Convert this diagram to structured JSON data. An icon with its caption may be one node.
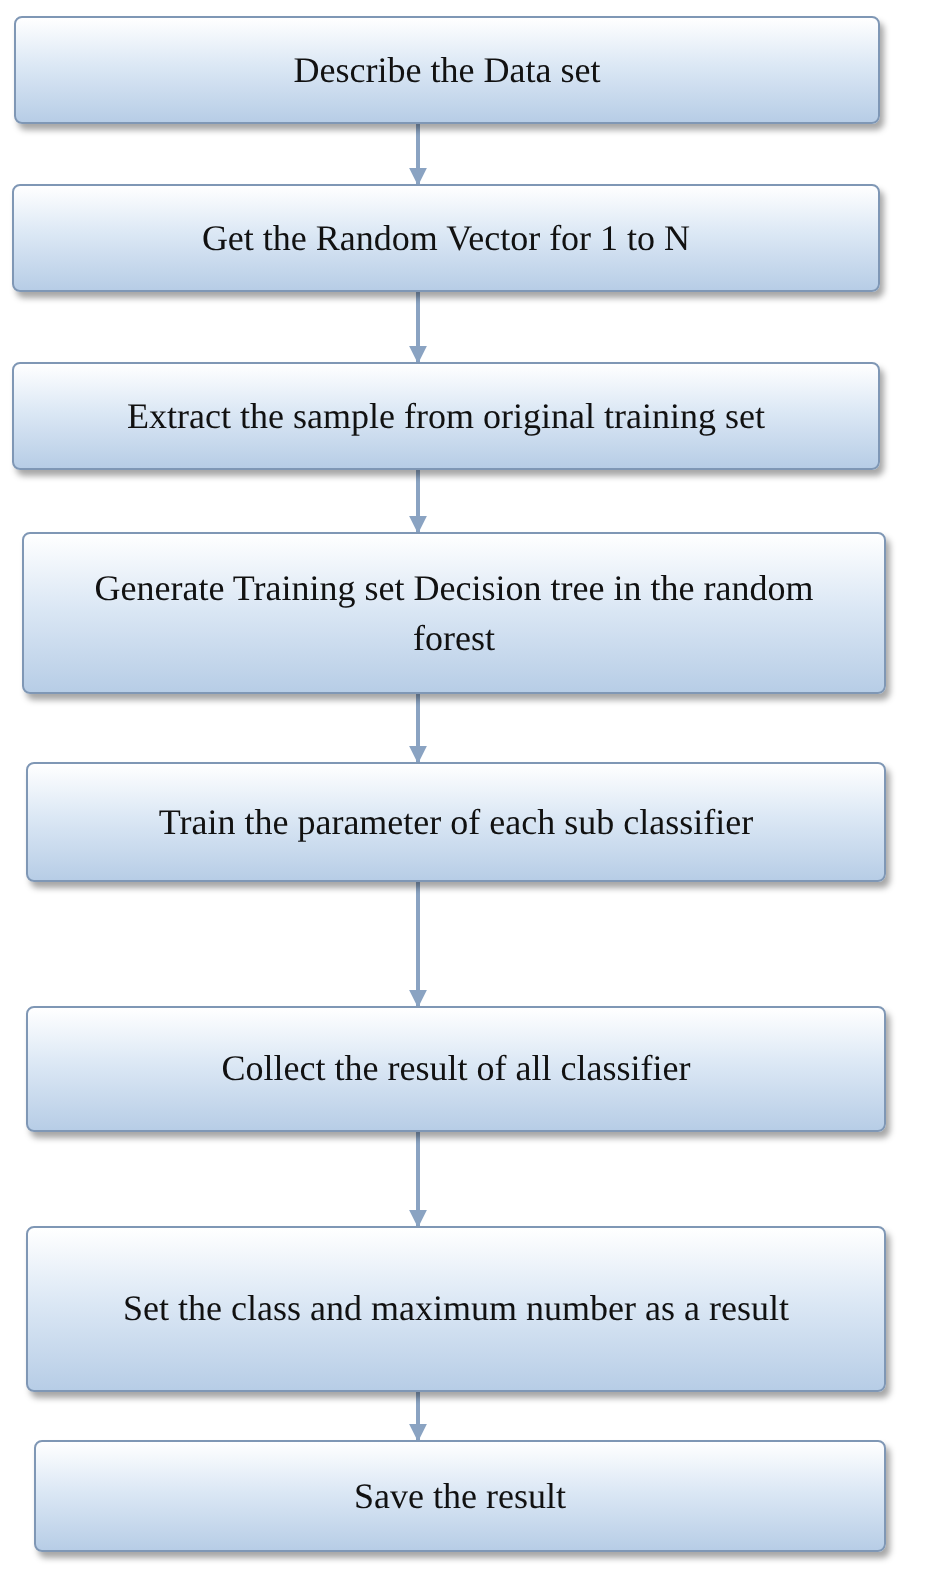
{
  "diagram": {
    "nodes": [
      {
        "text": [
          "Describe the Data set"
        ]
      },
      {
        "text": [
          "Get the Random Vector for 1 to N"
        ]
      },
      {
        "text": [
          "Extract the sample from original training set"
        ]
      },
      {
        "text": [
          "Generate Training set Decision tree in the random forest"
        ]
      },
      {
        "text": [
          "Train the parameter of each sub classifier"
        ]
      },
      {
        "text": [
          "Collect the result of all classifier"
        ]
      },
      {
        "text": [
          "Set the class and maximum number as a result"
        ]
      },
      {
        "text": [
          "Save the result"
        ]
      }
    ],
    "edges": [
      {
        "from": 0,
        "to": 1,
        "arrow": "to"
      },
      {
        "from": 1,
        "to": 2,
        "arrow": "to"
      },
      {
        "from": 2,
        "to": 3,
        "arrow": "to"
      },
      {
        "from": 3,
        "to": 4,
        "arrow": "to"
      },
      {
        "from": 4,
        "to": 5,
        "arrow": "to"
      },
      {
        "from": 5,
        "to": 6,
        "arrow": "to"
      },
      {
        "from": 6,
        "to": 7,
        "arrow": "to"
      }
    ]
  }
}
